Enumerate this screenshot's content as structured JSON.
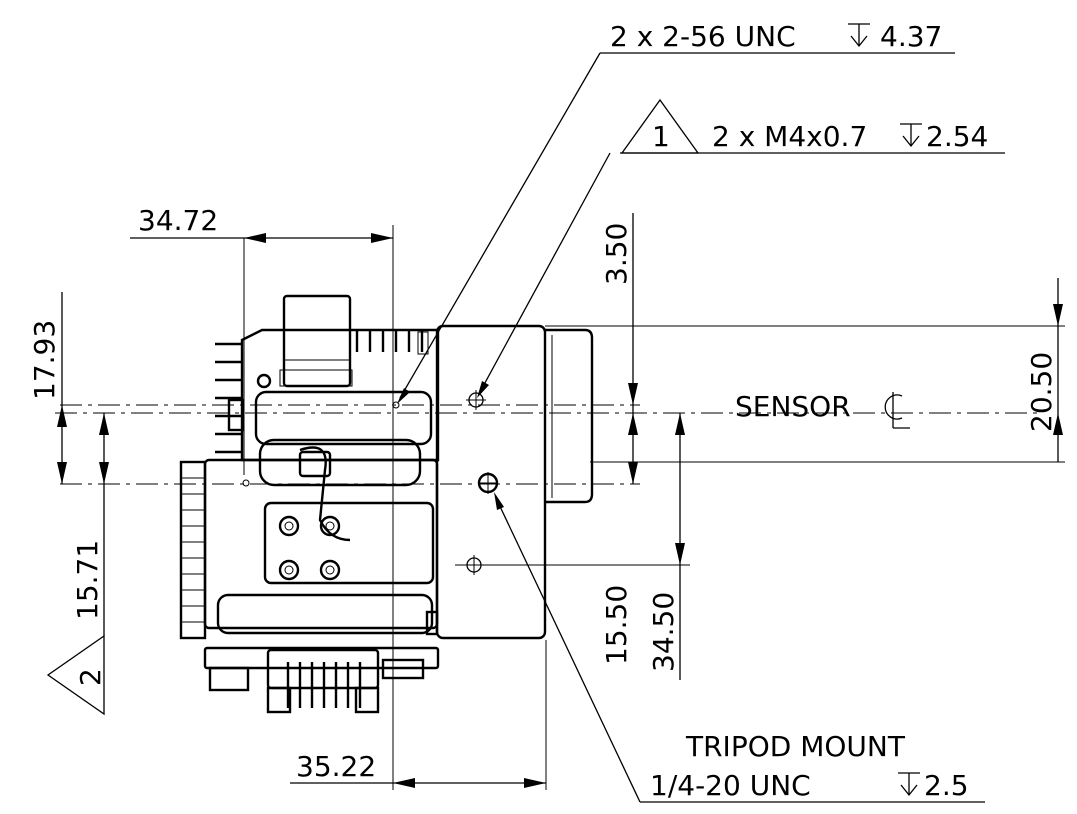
{
  "callouts": {
    "screw_holes": "2 x 2-56 UNC",
    "screw_depth": "4.37",
    "note_1_marker": "1",
    "metric_holes": "2 x M4x0.7",
    "metric_depth": "2.54",
    "sensor_label": "SENSOR",
    "tripod_title": "TRIPOD MOUNT",
    "tripod_thread": "1/4-20 UNC",
    "tripod_depth": "2.5",
    "note_2_marker": "2"
  },
  "dimensions": {
    "top_width": "34.72",
    "bottom_width": "35.22",
    "left_upper": "17.93",
    "left_lower": "15.71",
    "mid_upper": "3.50",
    "mid_lower": "15.50",
    "mid_lower_total": "34.50",
    "right_height": "20.50"
  },
  "colors": {
    "ink": "#000000",
    "background": "#ffffff"
  },
  "symbols": {
    "depth": "depth-symbol",
    "centerline": "centerline-symbol"
  }
}
